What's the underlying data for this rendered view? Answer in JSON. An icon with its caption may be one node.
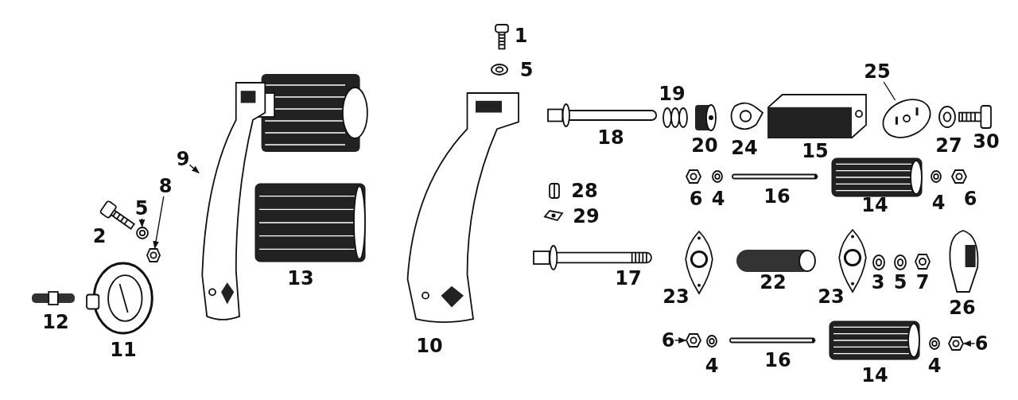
{
  "diagram": {
    "nodes": [
      {
        "text": [
          "9"
        ]
      },
      {
        "text": [],
        "shape": "picture"
      },
      {
        "text": [
          "5"
        ]
      },
      {
        "text": [],
        "shape": "picture"
      },
      {
        "text": [
          "8"
        ]
      },
      {
        "text": [],
        "shape": "picture"
      },
      {
        "text": [
          "25"
        ]
      },
      {
        "text": [],
        "shape": "picture"
      },
      {
        "text": [
          "6"
        ]
      },
      {
        "text": [],
        "shape": "picture"
      },
      {
        "text": [
          "6"
        ]
      },
      {
        "text": [],
        "shape": "picture"
      }
    ],
    "edges": [
      {
        "from": 0,
        "to": 1,
        "arrow": "to"
      },
      {
        "from": 2,
        "to": 3,
        "arrow": "to"
      },
      {
        "from": 4,
        "to": 5,
        "arrow": "to"
      },
      {
        "from": 6,
        "to": 7,
        "arrow": "none"
      },
      {
        "from": 8,
        "to": 9,
        "arrow": "to"
      },
      {
        "from": 10,
        "to": 11,
        "arrow": "to"
      }
    ],
    "labels": [
      "1",
      "5",
      "19",
      "18",
      "20",
      "24",
      "15",
      "27",
      "30",
      "28",
      "6",
      "4",
      "16",
      "14",
      "4",
      "6",
      "2",
      "29",
      "17",
      "23",
      "22",
      "23",
      "3",
      "5",
      "7",
      "26",
      "13",
      "12",
      "11",
      "10",
      "4",
      "16",
      "14",
      "4"
    ]
  }
}
